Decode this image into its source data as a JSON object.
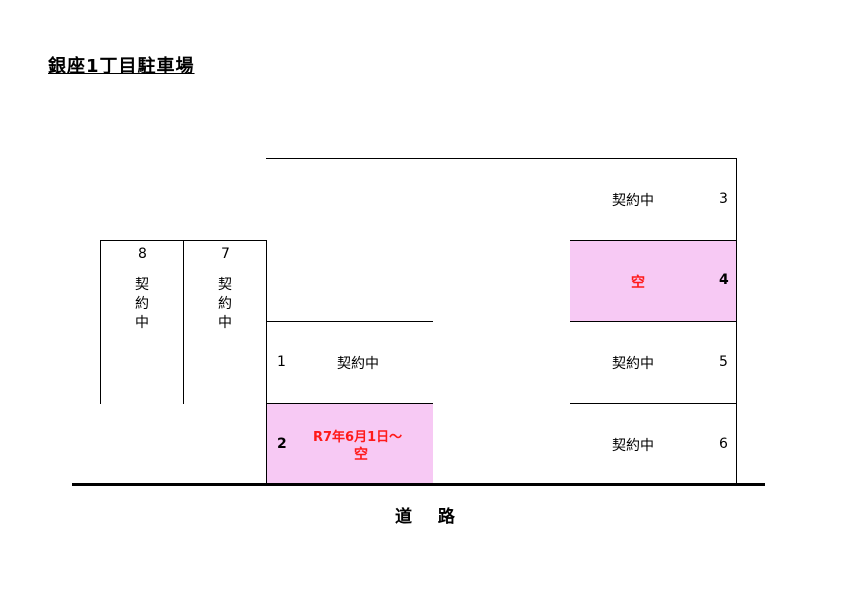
{
  "title": "銀座1丁目駐車場",
  "road": "道 路",
  "spaces": {
    "s1": {
      "number": "1",
      "status": "契約中"
    },
    "s2": {
      "number": "2",
      "status_line1": "R7年6月1日～",
      "status_line2": "空"
    },
    "s3": {
      "number": "3",
      "status": "契約中"
    },
    "s4": {
      "number": "4",
      "status": "空"
    },
    "s5": {
      "number": "5",
      "status": "契約中"
    },
    "s6": {
      "number": "6",
      "status": "契約中"
    },
    "s7": {
      "number": "7",
      "status_chars": [
        "契",
        "約",
        "中"
      ]
    },
    "s8": {
      "number": "8",
      "status_chars": [
        "契",
        "約",
        "中"
      ]
    }
  },
  "colors": {
    "vacant_fill": "#f7c9f4",
    "vacant_text": "#ff1a1a"
  }
}
